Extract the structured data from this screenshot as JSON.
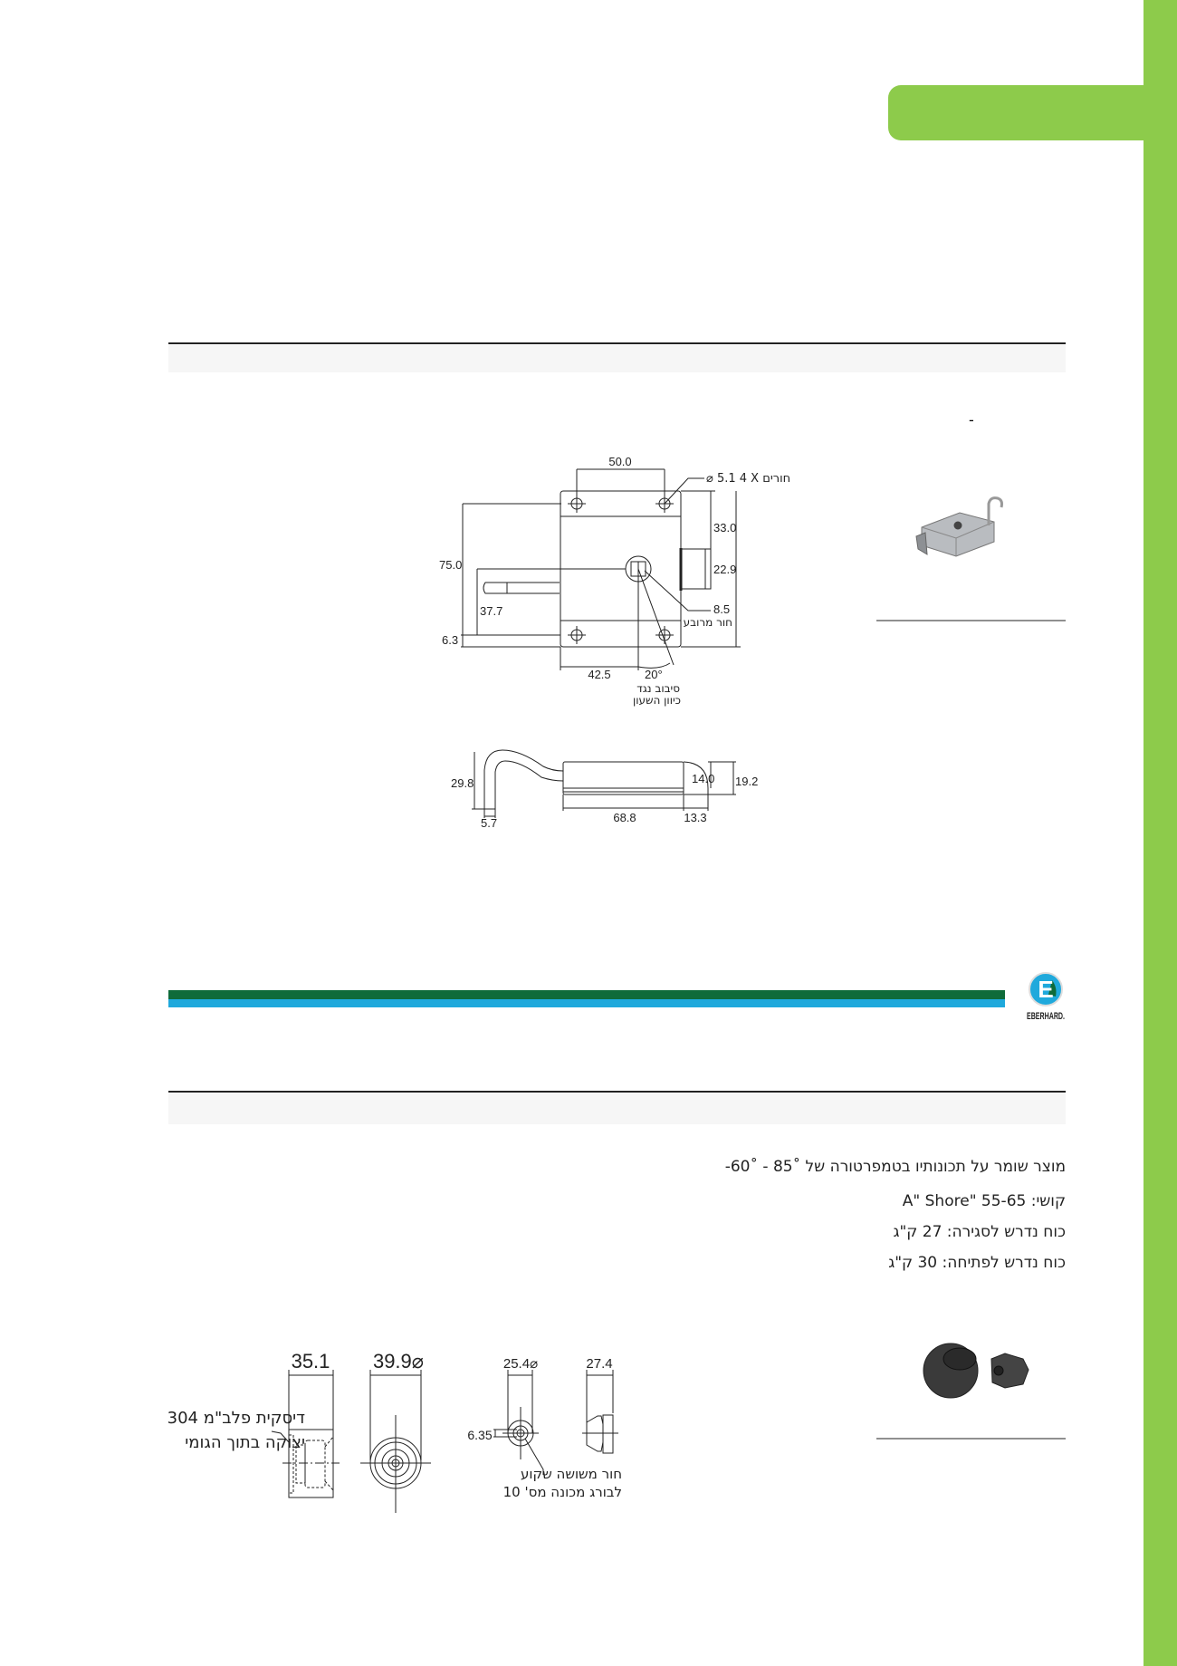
{
  "colors": {
    "brand_green": "#8dcb4b",
    "stripe_dark_green": "#0f6b3a",
    "stripe_blue": "#1fa9dc"
  },
  "section1": {
    "dash": "-",
    "drawing_top": {
      "dim_width": "50.0",
      "holes_label": "⌀ 5.1  4 X חורים",
      "dim_33": "33.0",
      "dim_22": "22.9",
      "dim_75": "75.0",
      "dim_37": "37.7",
      "dim_6": "6.3",
      "dim_8": "8.5",
      "square_hole_label": "חור מרובע",
      "dim_42": "42.5",
      "angle": "20°",
      "rotation_label_1": "סיבוב נגד",
      "rotation_label_2": "כיוון השעון"
    },
    "drawing_side": {
      "dim_29": "29.8",
      "dim_5": "5.7",
      "dim_68": "68.8",
      "dim_13": "13.3",
      "dim_14": "14.0",
      "dim_19": "19.2"
    }
  },
  "logo": {
    "text": "EBERHARD.",
    "letter": "E"
  },
  "section2": {
    "specs": [
      "מוצר שומר על תכונותיו בטמפרטורה של  ˚85 - ˚60-",
      "קושי: 55-65   \"A\" Shore",
      "כוח נדרש לסגירה: 27 ק\"ג",
      "כוח נדרש לפתיחה: 30 ק\"ג"
    ],
    "drawing": {
      "dim_35": "35.1",
      "dim_39": "39.9⌀",
      "disc_label_1": "דיסקית פלב\"מ 304",
      "disc_label_2": "יצוקה בתוך הגומי",
      "dim_25": "25.4⌀",
      "dim_27": "27.4",
      "dim_6": "6.35",
      "hole_label_1": "חור משושה שקוע",
      "hole_label_2": "לבורג מכונה מס' 10"
    }
  }
}
